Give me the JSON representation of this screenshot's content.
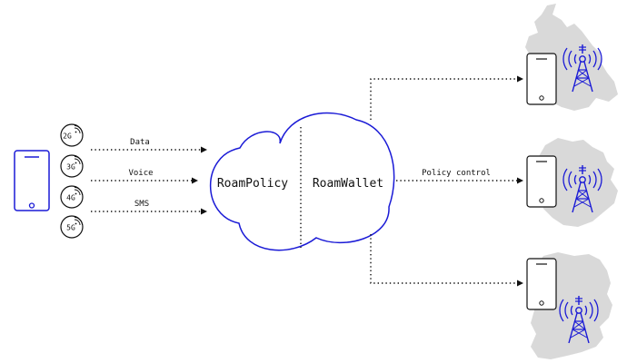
{
  "colors": {
    "accent": "#1a1ad6",
    "line": "#111111",
    "land": "#d9d9d9"
  },
  "left_device": {
    "icon": "smartphone-icon"
  },
  "network_badges": [
    {
      "label": "2G",
      "icon": "signal-icon"
    },
    {
      "label": "3G",
      "icon": "signal-icon"
    },
    {
      "label": "4G",
      "icon": "signal-icon"
    },
    {
      "label": "5G",
      "icon": "signal-icon"
    }
  ],
  "flows": {
    "data": "Data",
    "voice": "Voice",
    "sms": "SMS"
  },
  "cloud": {
    "left_label": "RoamPolicy",
    "right_label": "RoamWallet"
  },
  "policy_label": "Policy control",
  "regions": [
    {
      "map_icon": "map-icon",
      "tower_icon": "cell-tower-icon",
      "phone_icon": "smartphone-icon"
    },
    {
      "map_icon": "map-icon",
      "tower_icon": "cell-tower-icon",
      "phone_icon": "smartphone-icon"
    },
    {
      "map_icon": "map-icon",
      "tower_icon": "cell-tower-icon",
      "phone_icon": "smartphone-icon"
    }
  ]
}
